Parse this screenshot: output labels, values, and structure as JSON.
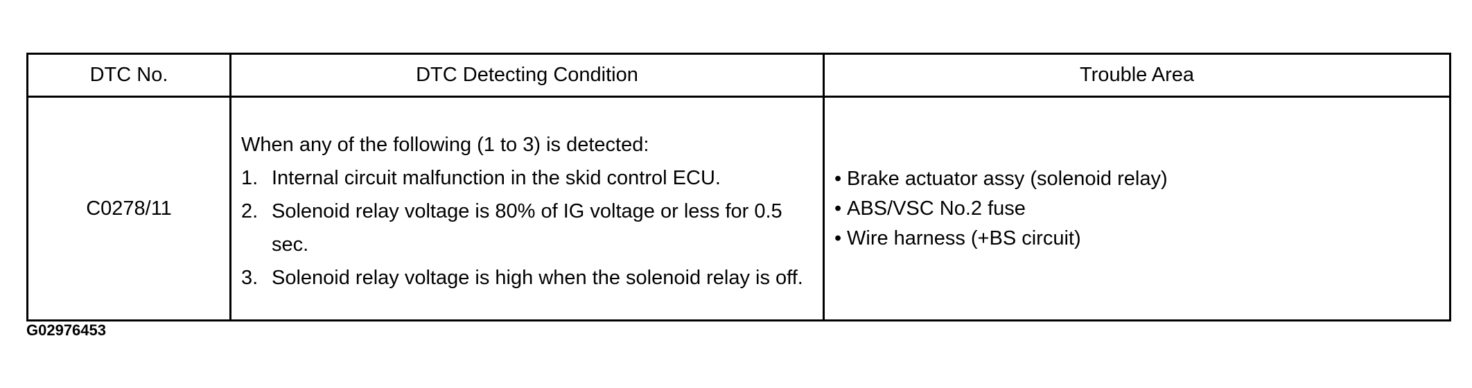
{
  "table": {
    "headers": [
      "DTC No.",
      "DTC Detecting Condition",
      "Trouble Area"
    ],
    "row": {
      "dtc_no": "C0278/11",
      "condition": {
        "intro": "When any of the following (1 to 3) is detected:",
        "items": [
          {
            "num": "1.",
            "text": "Internal circuit malfunction in the skid control ECU."
          },
          {
            "num": "2.",
            "text": "Solenoid relay voltage is 80% of IG voltage or less for 0.5 sec."
          },
          {
            "num": "3.",
            "text": "Solenoid relay voltage is high when the solenoid relay is off."
          }
        ]
      },
      "trouble_area": {
        "bullet": "•",
        "items": [
          "Brake actuator assy (solenoid relay)",
          "ABS/VSC No.2 fuse",
          "Wire harness (+BS circuit)"
        ]
      }
    }
  },
  "figure_id": "G02976453"
}
